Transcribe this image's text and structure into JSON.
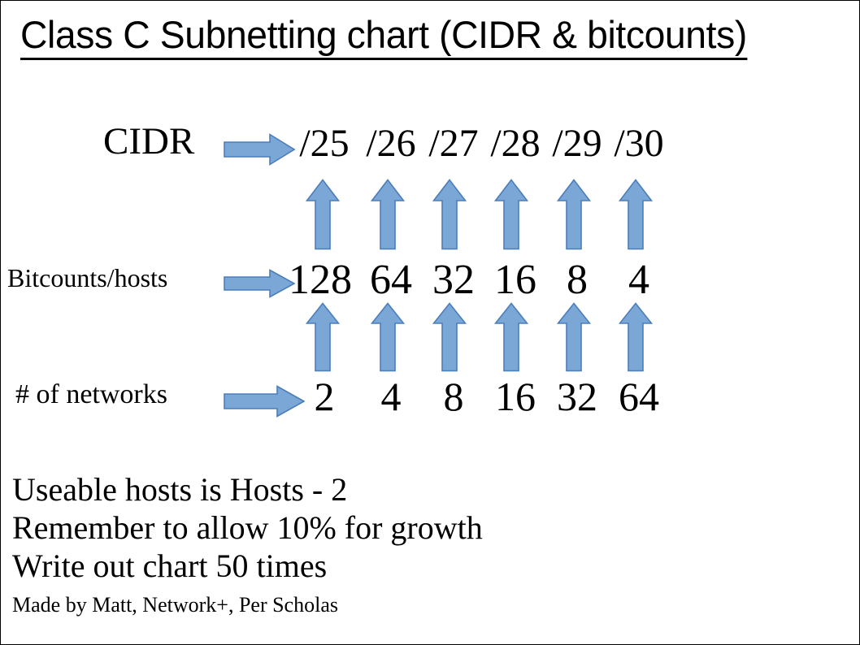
{
  "title": "Class C Subnetting chart (CIDR & bitcounts)",
  "colors": {
    "arrow_fill": "#7BA7D7",
    "arrow_stroke": "#4A7EBB",
    "text": "#000000",
    "background": "#FFFFFF"
  },
  "rows": {
    "cidr": {
      "label": "CIDR",
      "arrow_icon": "right-arrow-icon",
      "values": [
        "/25",
        "/26",
        "/27",
        "/28",
        "/29",
        "/30"
      ]
    },
    "bitcounts": {
      "label": "Bitcounts/hosts",
      "arrow_icon": "right-arrow-icon",
      "values": [
        "128",
        "64",
        "32",
        "16",
        "8",
        "4"
      ]
    },
    "networks": {
      "label": "# of networks",
      "arrow_icon": "right-arrow-icon",
      "values": [
        "2",
        "4",
        "8",
        "16",
        "32",
        "64"
      ]
    }
  },
  "connector_arrows": {
    "icon": "up-arrow-icon",
    "upper_row_count": 6,
    "lower_row_count": 6
  },
  "notes": [
    "Useable hosts is Hosts - 2",
    "Remember to allow 10% for growth",
    "Write out chart 50 times"
  ],
  "credit": "Made by Matt, Network+, Per Scholas",
  "chart_data": {
    "type": "table",
    "title": "Class C Subnetting chart (CIDR & bitcounts)",
    "categories": [
      "/25",
      "/26",
      "/27",
      "/28",
      "/29",
      "/30"
    ],
    "series": [
      {
        "name": "CIDR",
        "values": [
          "/25",
          "/26",
          "/27",
          "/28",
          "/29",
          "/30"
        ]
      },
      {
        "name": "Bitcounts/hosts",
        "values": [
          128,
          64,
          32,
          16,
          8,
          4
        ]
      },
      {
        "name": "# of networks",
        "values": [
          2,
          4,
          8,
          16,
          32,
          64
        ]
      }
    ],
    "xlabel": "",
    "ylabel": "",
    "grid": false,
    "legend": "none",
    "annotations": [
      "Useable hosts is Hosts - 2",
      "Remember to allow 10% for growth",
      "Write out chart 50 times",
      "Made by Matt, Network+, Per Scholas"
    ]
  }
}
